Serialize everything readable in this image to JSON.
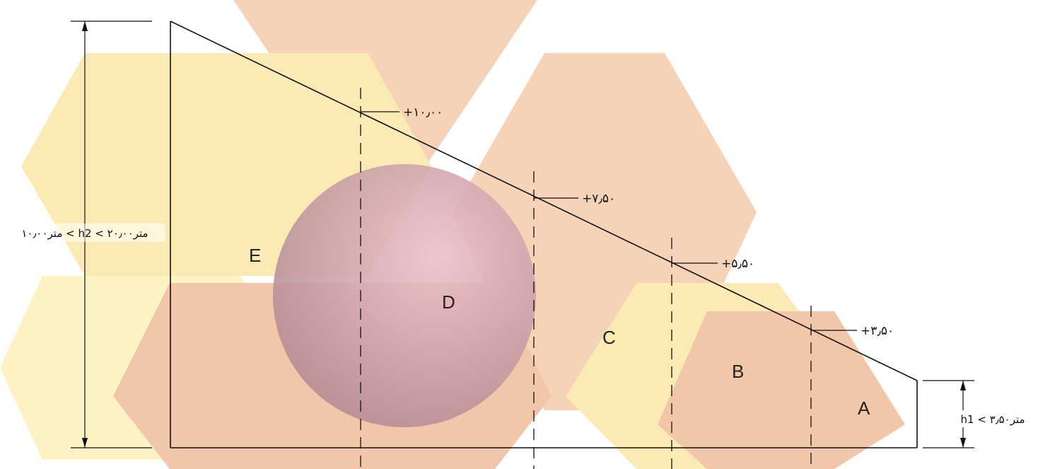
{
  "colors": {
    "pale_yellow": "#fbeeb0",
    "light_yellow": "#f9e39a",
    "salmon": "#f3c3a0",
    "rose": "#eeb48c",
    "sphere_light": "#eec0c8",
    "sphere_dark": "#b58c95",
    "line": "#111111"
  },
  "zones": {
    "a": "A",
    "b": "B",
    "c": "C",
    "d": "D",
    "e": "E"
  },
  "elevations": {
    "a": "+۳٫۵۰",
    "b": "+۵٫۵۰",
    "c": "+۷٫۵۰",
    "d": "+۱۰٫۰۰"
  },
  "dimensions": {
    "h2_range": "۱۰٫۰۰متر < h2 < ۲۰٫۰۰متر",
    "h1_limit": "h1 < ۳٫۵۰متر"
  }
}
